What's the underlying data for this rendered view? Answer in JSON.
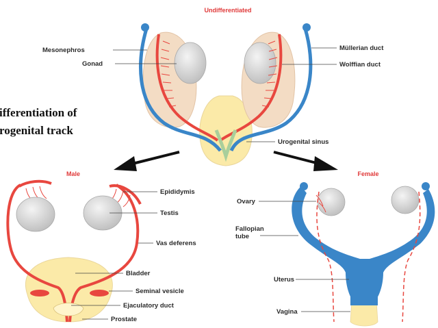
{
  "colors": {
    "red_duct": "#e8473f",
    "blue_duct": "#3a86c8",
    "tissue": "#f3dcc4",
    "gonad": "#d9d9d9",
    "bladder": "#fbeaa8",
    "green_sinus": "#a9cf9b",
    "title_red": "#e03a3a"
  },
  "headings": {
    "undifferentiated": "Undifferentiated",
    "male": "Male",
    "female": "Female"
  },
  "main_title": {
    "line1": "ifferentiation of",
    "line2": "rogenital track"
  },
  "labels": {
    "mesonephros": "Mesonephros",
    "gonad": "Gonad",
    "mullerian_duct": "Müllerian duct",
    "wolffian_duct": "Wolffian duct",
    "urogenital_sinus": "Urogenital sinus",
    "epididymis": "Epididymis",
    "testis": "Testis",
    "vas_deferens": "Vas deferens",
    "bladder": "Bladder",
    "seminal_vesicle": "Seminal vesicle",
    "ejaculatory_duct": "Ejaculatory duct",
    "prostate": "Prostate",
    "ovary": "Ovary",
    "fallopian_tube_1": "Fallopian",
    "fallopian_tube_2": "tube",
    "uterus": "Uterus",
    "vagina": "Vagina"
  }
}
